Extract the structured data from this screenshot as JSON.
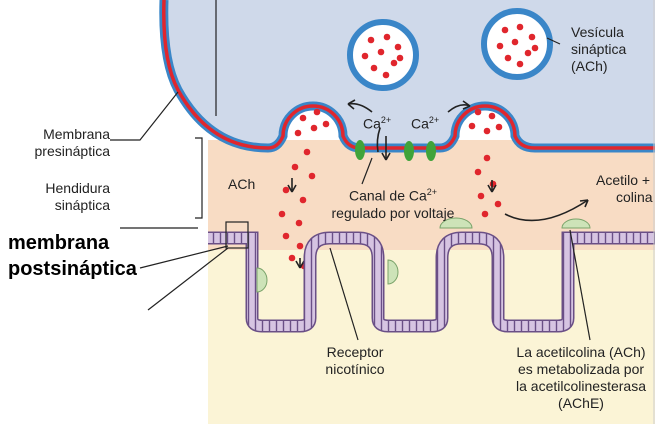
{
  "labels": {
    "vesicle_line1": "Vesícula",
    "vesicle_line2": "sináptica",
    "vesicle_line3": "(ACh)",
    "presynaptic_line1": "Membrana",
    "presynaptic_line2": "presináptica",
    "cleft_line1": "Hendidura",
    "cleft_line2": "sináptica",
    "postsynaptic_line1": "membrana",
    "postsynaptic_line2": "postsináptica",
    "ach": "ACh",
    "ca_left": "Ca",
    "ca_right": "Ca",
    "ca_superscript": "2+",
    "channel_line1": "Canal de Ca",
    "channel_line2": "regulado por voltaje",
    "acetyl_line1": "Acetilo +",
    "acetyl_line2": "colina",
    "receptor_line1": "Receptor",
    "receptor_line2": "nicotínico",
    "ache_line1": "La acetilcolina (ACh)",
    "ache_line2": "es metabolizada por",
    "ache_line3": "la acetilcolinesterasa",
    "ache_line4": "(AChE)"
  },
  "colors": {
    "presynaptic_fill": "#cfd9ea",
    "membrane_blue": "#3a86c8",
    "membrane_red": "#e0262d",
    "cleft_fill": "#f8dcc4",
    "muscle_fill": "#fbf4d6",
    "postsynaptic_membrane": "#c8b4d6",
    "ach_dot": "#e0262d",
    "channel_green": "#3fa33a",
    "enzyme_green": "#cde3b8"
  }
}
